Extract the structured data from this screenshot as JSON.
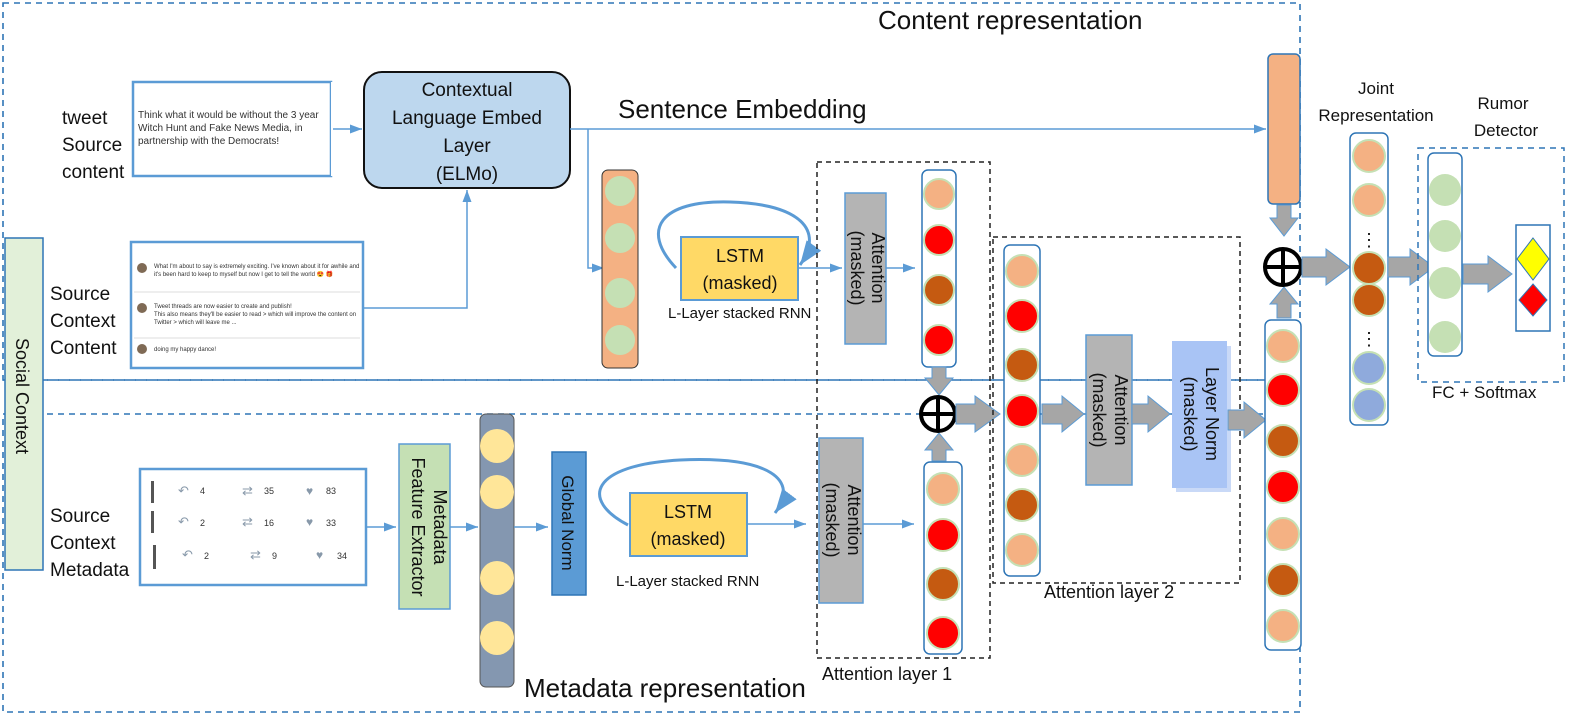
{
  "titles": {
    "content_representation": "Content representation",
    "metadata_representation": "Metadata representation",
    "sentence_embedding": "Sentence Embedding",
    "social_context": "Social Context"
  },
  "inputs": {
    "tweet_source_content": [
      "tweet",
      "Source",
      "content"
    ],
    "source_context_content": [
      "Source",
      "Context",
      "Content"
    ],
    "source_context_metadata": [
      "Source",
      "Context",
      "Metadata"
    ],
    "tweet_text": [
      "Think what it would be without the 3 year",
      "Witch Hunt and Fake News Media, in",
      "partnership with the Democrats!"
    ],
    "context_tweets": [
      [
        "What I'm about to say is extremely exciting. I've known about it for awhile and",
        "it's been hard to keep to myself but now I get to tell the world 😍 🎁"
      ],
      [
        "Tweet threads are now easier to create and publish!",
        "This also means they'll be easier to read > which will improve the content on",
        "Twitter > which will leave me ..."
      ],
      [
        "doing my happy dance!"
      ]
    ],
    "metadata_rows": [
      {
        "reply": "4",
        "retweet": "35",
        "like": "83"
      },
      {
        "reply": "2",
        "retweet": "16",
        "like": "33"
      },
      {
        "reply": "2",
        "retweet": "9",
        "like": "34"
      }
    ]
  },
  "blocks": {
    "elmo": [
      "Contextual",
      "Language Embed",
      "Layer",
      "(ELMo)"
    ],
    "lstm_top": [
      "LSTM",
      "(masked)"
    ],
    "lstm_top_caption": "L-Layer stacked RNN",
    "lstm_bottom": [
      "LSTM",
      "(masked)"
    ],
    "lstm_bottom_caption": "L-Layer stacked RNN",
    "attention_top": [
      "Attention",
      "(masked)"
    ],
    "attention_bottom": [
      "Attention",
      "(masked)"
    ],
    "attention_2": [
      "Attention",
      "(masked)"
    ],
    "layer_norm": [
      "Layer Norm",
      "(masked)"
    ],
    "metadata_feature_extractor": [
      "Metadata",
      "Feature Extractor"
    ],
    "global_norm": "Global Norm",
    "attention_layer_1": "Attention layer 1",
    "attention_layer_2": "Attention layer 2",
    "joint_representation": [
      "Joint",
      "Representation"
    ],
    "rumor_detector": [
      "Rumor",
      "Detector"
    ],
    "fc_softmax": "FC + Softmax",
    "ellipsis": "⋮"
  },
  "colors": {
    "dashed_border": "#2e75b6",
    "arrow_blue": "#5b9bd5",
    "green_circle": "#c5e0b4",
    "red_circle": "#ff0000",
    "brown_circle": "#c55a11",
    "salmon_circle": "#f4b183",
    "yellow_circle": "#ffe699",
    "blue_circle": "#8faadc",
    "elmo_fill": "#bdd7ee",
    "lstm_fill": "#ffd966",
    "gray_block": "#b4b4b4",
    "layer_norm_fill": "#a9c4f5",
    "metadata_extractor_fill": "#c5e0b4",
    "global_norm_fill": "#5b9bd5",
    "orange_bar": "#f4b183",
    "slate_bar": "#8497b0",
    "yellow_diamond": "#ffff00"
  }
}
